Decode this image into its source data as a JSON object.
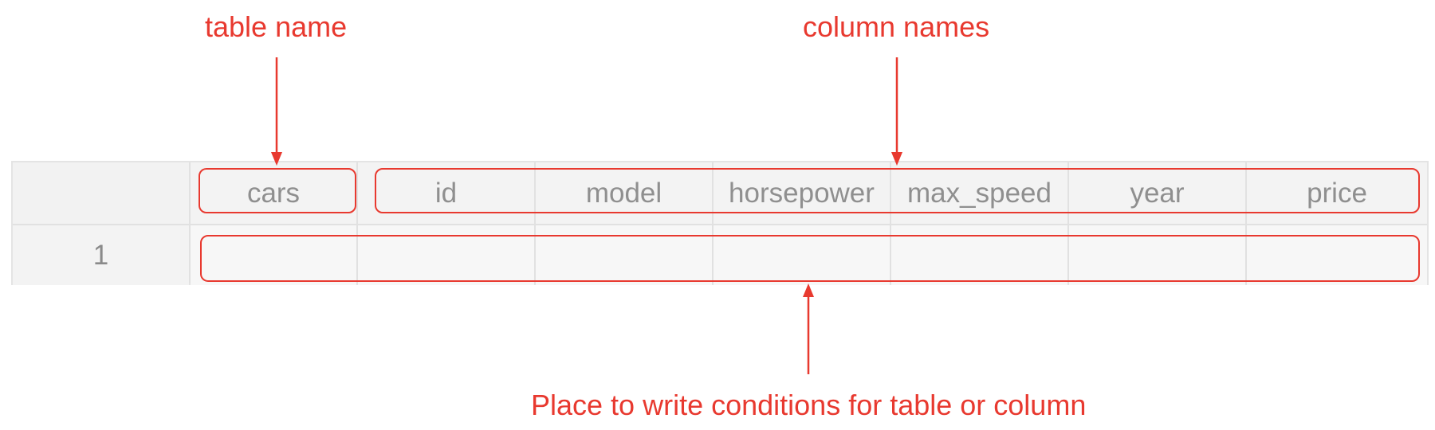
{
  "annotations": {
    "table_name": "table name",
    "column_names": "column names",
    "conditions": "Place to write conditions for table or column"
  },
  "table": {
    "name": "cars",
    "columns": [
      "id",
      "model",
      "horsepower",
      "max_speed",
      "year",
      "price"
    ],
    "rows": [
      {
        "number": "1",
        "cells": [
          "",
          "",
          "",
          "",
          "",
          "",
          ""
        ]
      }
    ]
  },
  "colors": {
    "annotation": "#e8392f",
    "grid_background": "#f3f3f3",
    "grid_border": "#e1e1e1",
    "header_text": "#8f8f8f"
  },
  "icons": {
    "table_name_arrow": "down-arrow-icon",
    "column_names_arrow": "down-arrow-icon",
    "conditions_arrow": "up-arrow-icon"
  }
}
